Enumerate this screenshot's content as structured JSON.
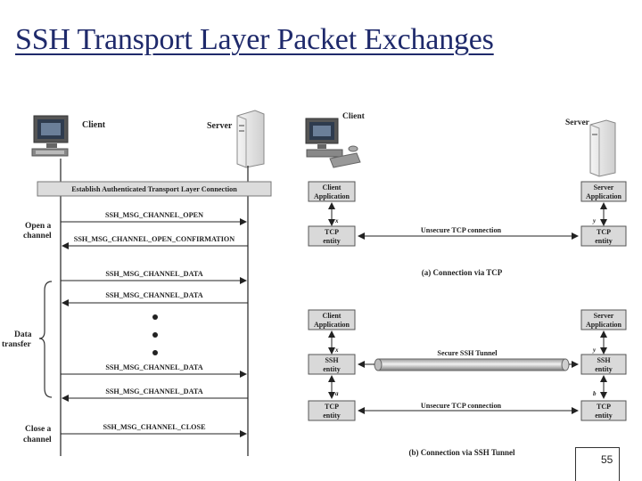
{
  "title": "SSH Transport Layer Packet Exchanges",
  "page_number": "55",
  "left": {
    "client_label": "Client",
    "server_label": "Server",
    "establish": "Establish Authenticated Transport Layer Connection",
    "open_label_1": "Open a",
    "open_label_2": "channel",
    "data_label_1": "Data",
    "data_label_2": "transfer",
    "close_label_1": "Close a",
    "close_label_2": "channel",
    "messages": [
      "SSH_MSG_CHANNEL_OPEN",
      "SSH_MSG_CHANNEL_OPEN_CONFIRMATION",
      "SSH_MSG_CHANNEL_DATA",
      "SSH_MSG_CHANNEL_DATA",
      "SSH_MSG_CHANNEL_DATA",
      "SSH_MSG_CHANNEL_DATA",
      "SSH_MSG_CHANNEL_CLOSE"
    ]
  },
  "right": {
    "client_label": "Client",
    "server_label": "Server",
    "client_app_1": "Client",
    "client_app_2": "Application",
    "server_app_1": "Server",
    "server_app_2": "Application",
    "tcp_1": "TCP",
    "tcp_2": "entity",
    "ssh_1": "SSH",
    "ssh_2": "entity",
    "unsecure": "Unsecure TCP connection",
    "secure": "Secure SSH Tunnel",
    "caption_a": "(a) Connection via TCP",
    "caption_b": "(b) Connection via SSH Tunnel",
    "port_x": "x",
    "port_y": "y",
    "port_a": "a",
    "port_b": "b"
  }
}
